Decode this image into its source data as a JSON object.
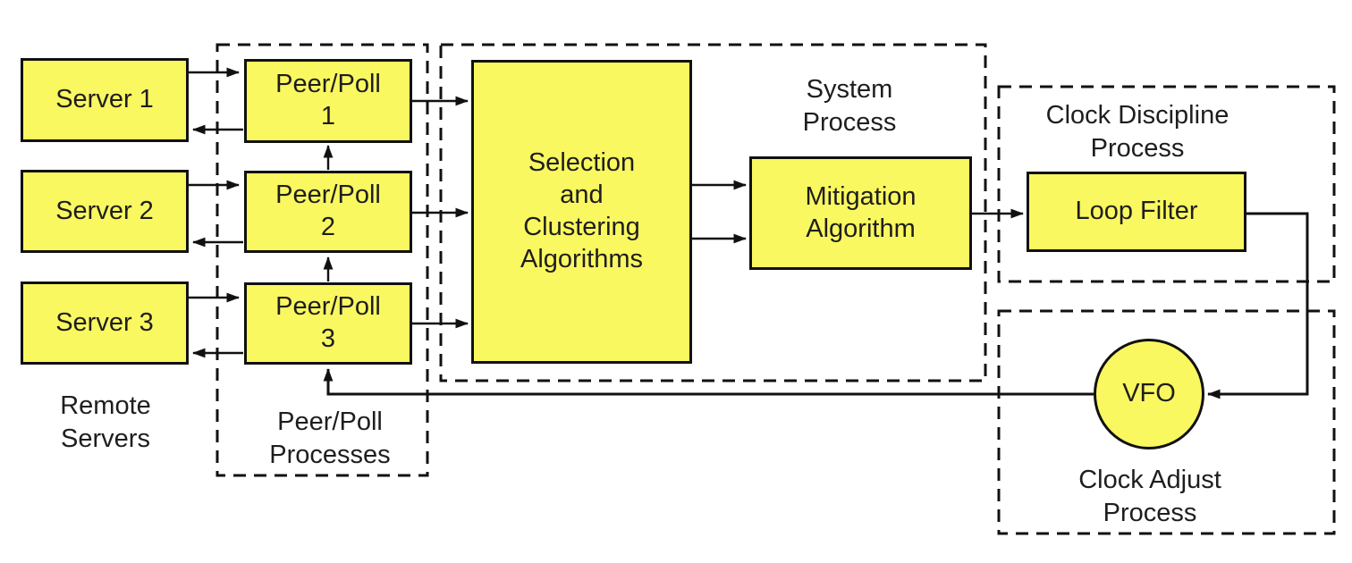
{
  "diagram": {
    "type": "block-diagram",
    "subject": "NTP daemon architecture",
    "colors": {
      "node_fill": "#FAF860",
      "node_border": "#111111",
      "line": "#111111",
      "text": "#1E1E1E",
      "bg": "#FFFFFF"
    },
    "nodes": {
      "server1": "Server 1",
      "server2": "Server 2",
      "server3": "Server 3",
      "peer1": "Peer/Poll\n1",
      "peer2": "Peer/Poll\n2",
      "peer3": "Peer/Poll\n3",
      "selection": "Selection\nand\nClustering\nAlgorithms",
      "mitigation": "Mitigation\nAlgorithm",
      "loop_filter": "Loop Filter",
      "vfo": "VFO"
    },
    "groups": {
      "remote_servers": "Remote\nServers",
      "peer_poll": "Peer/Poll\nProcesses",
      "system": "System\nProcess",
      "clock_discipline": "Clock Discipline\nProcess",
      "clock_adjust": "Clock Adjust\nProcess"
    }
  }
}
